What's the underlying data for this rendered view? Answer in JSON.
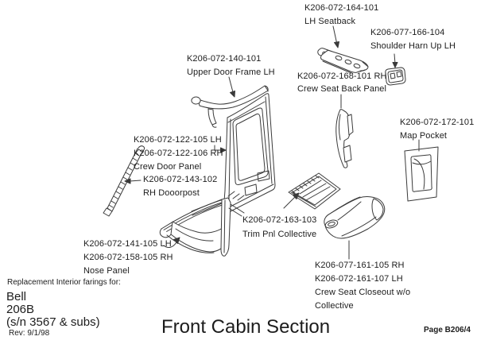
{
  "page": {
    "title": "Front Cabin Section",
    "page_number": "Page B206/4",
    "intro_note": "Replacement Interior farings for:",
    "aircraft": {
      "make": "Bell",
      "model": "206B",
      "serials": "(s/n 3567 & subs)",
      "revision": "Rev: 9/1/98"
    },
    "ink_color": "#3a3a3a",
    "background_color": "#ffffff"
  },
  "labels": {
    "lh_seatback": {
      "line1": "K206-072-164-101",
      "line2": "LH Seatback"
    },
    "shoulder_harness": {
      "line1": "K206-077-166-104",
      "line2": "Shoulder Harn Up LH"
    },
    "upper_door_frame": {
      "line1": "K206-072-140-101",
      "line2": "Upper Door Frame LH"
    },
    "crew_seat_back_panel": {
      "line1": "K206-072-168-101 RH",
      "line2": "Crew Seat Back Panel"
    },
    "map_pocket": {
      "line1": "K206-072-172-101",
      "line2": "Map Pocket"
    },
    "crew_door_panel": {
      "line1": "K206-072-122-105 LH",
      "line2": "K206-072-122-106 RH",
      "line3": "Crew Door Panel"
    },
    "rh_doorpost": {
      "line1": "K206-072-143-102",
      "line2": "RH Dooorpost"
    },
    "trim_pnl_collective": {
      "line1": "K206-072-163-103",
      "line2": "Trim Pnl Collective"
    },
    "nose_panel": {
      "line1": "K206-072-141-105 LH",
      "line2": "K206-072-158-105 RH",
      "line3": "Nose Panel"
    },
    "crew_seat_closeout": {
      "line1": "K206-077-161-105 RH",
      "line2": "K206-072-161-107 LH",
      "line3": "Crew Seat Closeout w/o",
      "line4": "Collective"
    }
  }
}
